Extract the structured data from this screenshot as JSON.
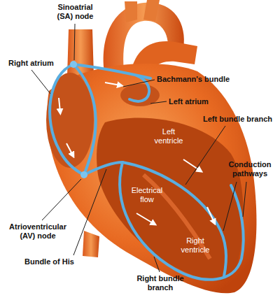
{
  "diagram": {
    "labels": [
      "Sinoatrial (SA) node",
      "Right atrium",
      "Bachmann's bundle",
      "Left atrium",
      "Left bundle branch",
      "Left ventricle",
      "Conduction pathways",
      "Electrical flow",
      "Right ventricle",
      "Atrioventricular (AV) node",
      "Bundle of His",
      "Right bundle branch"
    ]
  }
}
